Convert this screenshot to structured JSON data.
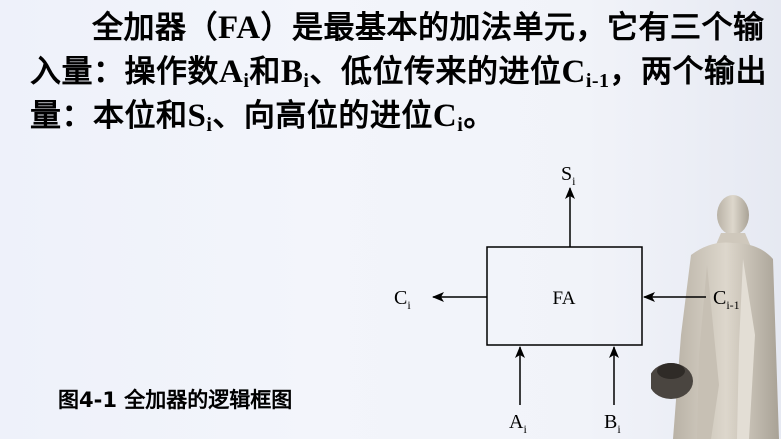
{
  "paragraph": {
    "p1": "全加器（",
    "fa": "FA",
    "p2": "）是最基本的加法单元，它有三个输入量：操作数",
    "a": "A",
    "a_sub": "i",
    "p3": "和",
    "b": "B",
    "b_sub": "i",
    "p4": "、低位传来的进位",
    "c": "C",
    "c_sub": "i-1",
    "p5": "，两个输出量：本位和",
    "s": "S",
    "s_sub": "i",
    "p6": "、向高位的进位",
    "c2": "C",
    "c2_sub": "i",
    "p7": "。"
  },
  "diagram": {
    "box_label": "FA",
    "top_output": "S",
    "top_output_sub": "i",
    "left_output": "C",
    "left_output_sub": "i",
    "right_input": "C",
    "right_input_sub": "i-1",
    "bottom_input_a": "A",
    "bottom_input_a_sub": "i",
    "bottom_input_b": "B",
    "bottom_input_b_sub": "i"
  },
  "caption": "图4-1 全加器的逻辑框图"
}
